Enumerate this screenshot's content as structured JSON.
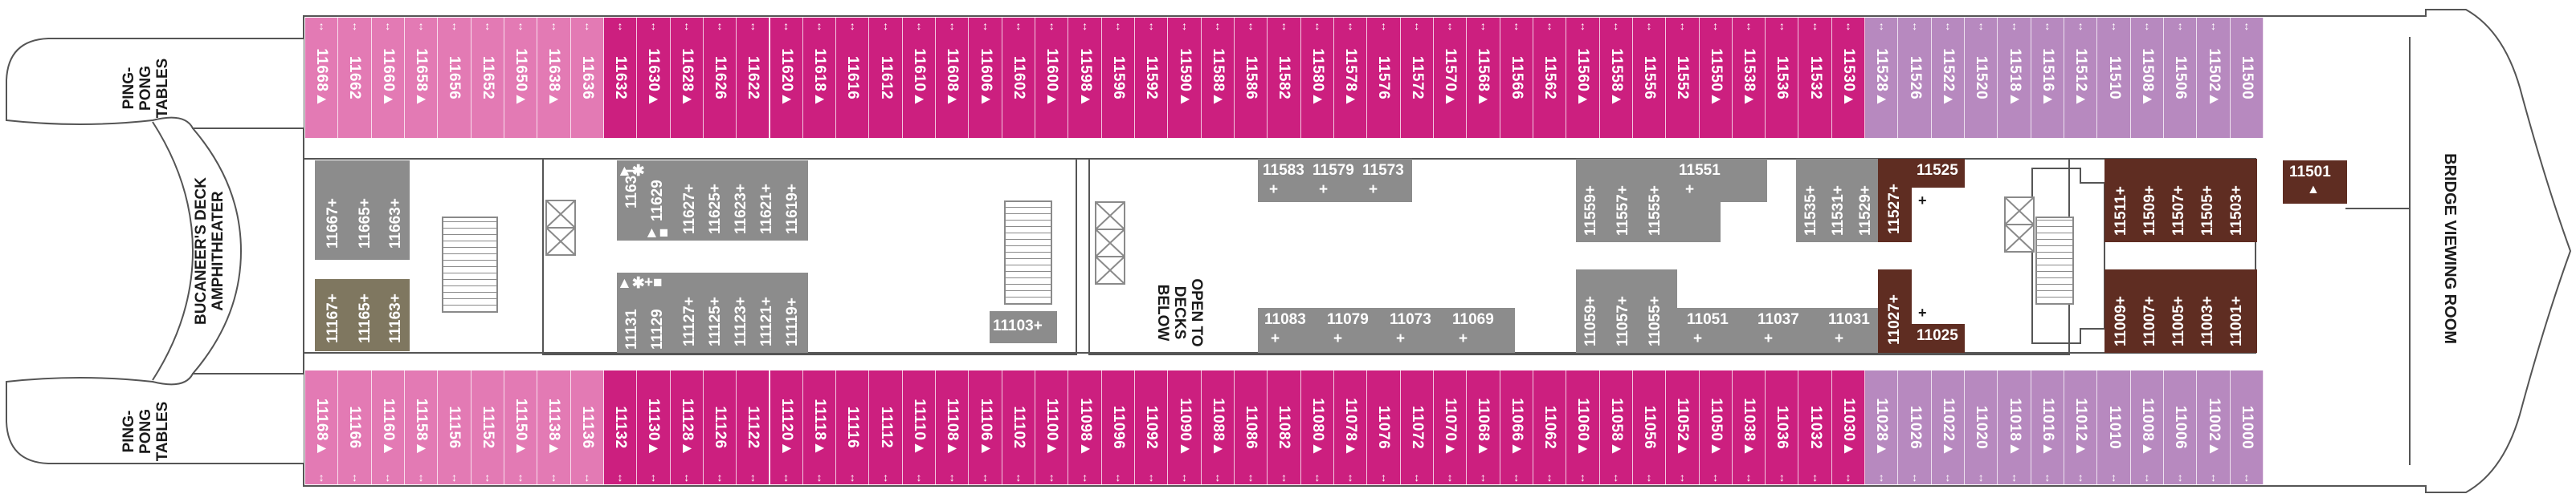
{
  "colors": {
    "pink_light": "#E37AB4",
    "magenta": "#CC1F7F",
    "lavender": "#B789BF",
    "gray": "#8C8C8C",
    "olive": "#7F7760",
    "brown": "#5F2D22",
    "outline": "#555555"
  },
  "areas": {
    "ping_pong_top": [
      "PING-",
      "PONG",
      "TABLES"
    ],
    "ping_pong_bottom": [
      "PING-",
      "PONG",
      "TABLES"
    ],
    "amphitheater": [
      "BUCANEER'S DECK",
      "AMPHITHEATER"
    ],
    "open_to_decks": [
      "OPEN TO",
      "DECKS",
      "BELOW"
    ],
    "bridge": "BRIDGE VIEWING ROOM"
  },
  "top_row": [
    {
      "n": "11668",
      "s": "▲",
      "c": "pink_light"
    },
    {
      "n": "11662",
      "s": "",
      "c": "pink_light"
    },
    {
      "n": "11660",
      "s": "▲",
      "c": "pink_light"
    },
    {
      "n": "11658",
      "s": "▲",
      "c": "pink_light"
    },
    {
      "n": "11656",
      "s": "",
      "c": "pink_light"
    },
    {
      "n": "11652",
      "s": "",
      "c": "pink_light"
    },
    {
      "n": "11650",
      "s": "▲",
      "c": "pink_light"
    },
    {
      "n": "11638",
      "s": "▲",
      "c": "pink_light"
    },
    {
      "n": "11636",
      "s": "",
      "c": "pink_light"
    },
    {
      "n": "11632",
      "s": "",
      "c": "magenta"
    },
    {
      "n": "11630",
      "s": "▲",
      "c": "magenta"
    },
    {
      "n": "11628",
      "s": "▲",
      "c": "magenta"
    },
    {
      "n": "11626",
      "s": "",
      "c": "magenta"
    },
    {
      "n": "11622",
      "s": "",
      "c": "magenta"
    },
    {
      "n": "11620",
      "s": "▲",
      "c": "magenta"
    },
    {
      "n": "11618",
      "s": "▲",
      "c": "magenta"
    },
    {
      "n": "11616",
      "s": "",
      "c": "magenta"
    },
    {
      "n": "11612",
      "s": "",
      "c": "magenta"
    },
    {
      "n": "11610",
      "s": "▲",
      "c": "magenta"
    },
    {
      "n": "11608",
      "s": "▲",
      "c": "magenta"
    },
    {
      "n": "11606",
      "s": "▲",
      "c": "magenta"
    },
    {
      "n": "11602",
      "s": "",
      "c": "magenta"
    },
    {
      "n": "11600",
      "s": "▲",
      "c": "magenta"
    },
    {
      "n": "11598",
      "s": "▲",
      "c": "magenta"
    },
    {
      "n": "11596",
      "s": "",
      "c": "magenta"
    },
    {
      "n": "11592",
      "s": "",
      "c": "magenta"
    },
    {
      "n": "11590",
      "s": "▲",
      "c": "magenta"
    },
    {
      "n": "11588",
      "s": "▲",
      "c": "magenta"
    },
    {
      "n": "11586",
      "s": "",
      "c": "magenta"
    },
    {
      "n": "11582",
      "s": "",
      "c": "magenta"
    },
    {
      "n": "11580",
      "s": "▲",
      "c": "magenta"
    },
    {
      "n": "11578",
      "s": "▲",
      "c": "magenta"
    },
    {
      "n": "11576",
      "s": "",
      "c": "magenta"
    },
    {
      "n": "11572",
      "s": "",
      "c": "magenta"
    },
    {
      "n": "11570",
      "s": "▲",
      "c": "magenta"
    },
    {
      "n": "11568",
      "s": "▲",
      "c": "magenta"
    },
    {
      "n": "11566",
      "s": "",
      "c": "magenta"
    },
    {
      "n": "11562",
      "s": "",
      "c": "magenta"
    },
    {
      "n": "11560",
      "s": "▲",
      "c": "magenta"
    },
    {
      "n": "11558",
      "s": "▲",
      "c": "magenta"
    },
    {
      "n": "11556",
      "s": "",
      "c": "magenta"
    },
    {
      "n": "11552",
      "s": "",
      "c": "magenta"
    },
    {
      "n": "11550",
      "s": "▲",
      "c": "magenta"
    },
    {
      "n": "11538",
      "s": "▲",
      "c": "magenta"
    },
    {
      "n": "11536",
      "s": "",
      "c": "magenta"
    },
    {
      "n": "11532",
      "s": "",
      "c": "magenta"
    },
    {
      "n": "11530",
      "s": "▲",
      "c": "magenta"
    },
    {
      "n": "11528",
      "s": "▲",
      "c": "lavender"
    },
    {
      "n": "11526",
      "s": "",
      "c": "lavender"
    },
    {
      "n": "11522",
      "s": "▲",
      "c": "lavender"
    },
    {
      "n": "11520",
      "s": "",
      "c": "lavender"
    },
    {
      "n": "11518",
      "s": "▲",
      "c": "lavender"
    },
    {
      "n": "11516",
      "s": "▲",
      "c": "lavender"
    },
    {
      "n": "11512",
      "s": "▲",
      "c": "lavender"
    },
    {
      "n": "11510",
      "s": "",
      "c": "lavender"
    },
    {
      "n": "11508",
      "s": "▲",
      "c": "lavender"
    },
    {
      "n": "11506",
      "s": "",
      "c": "lavender"
    },
    {
      "n": "11502",
      "s": "▲",
      "c": "lavender"
    },
    {
      "n": "11500",
      "s": "",
      "c": "lavender"
    }
  ],
  "bottom_row": [
    {
      "n": "11168",
      "s": "▲",
      "c": "pink_light"
    },
    {
      "n": "11166",
      "s": "",
      "c": "pink_light"
    },
    {
      "n": "11160",
      "s": "▲",
      "c": "pink_light"
    },
    {
      "n": "11158",
      "s": "▲",
      "c": "pink_light"
    },
    {
      "n": "11156",
      "s": "",
      "c": "pink_light"
    },
    {
      "n": "11152",
      "s": "",
      "c": "pink_light"
    },
    {
      "n": "11150",
      "s": "▲",
      "c": "pink_light"
    },
    {
      "n": "11138",
      "s": "▲",
      "c": "pink_light"
    },
    {
      "n": "11136",
      "s": "",
      "c": "pink_light"
    },
    {
      "n": "11132",
      "s": "",
      "c": "magenta"
    },
    {
      "n": "11130",
      "s": "▲",
      "c": "magenta"
    },
    {
      "n": "11128",
      "s": "▲",
      "c": "magenta"
    },
    {
      "n": "11126",
      "s": "",
      "c": "magenta"
    },
    {
      "n": "11122",
      "s": "",
      "c": "magenta"
    },
    {
      "n": "11120",
      "s": "▲",
      "c": "magenta"
    },
    {
      "n": "11118",
      "s": "▲",
      "c": "magenta"
    },
    {
      "n": "11116",
      "s": "",
      "c": "magenta"
    },
    {
      "n": "11112",
      "s": "",
      "c": "magenta"
    },
    {
      "n": "11110",
      "s": "▲",
      "c": "magenta"
    },
    {
      "n": "11108",
      "s": "▲",
      "c": "magenta"
    },
    {
      "n": "11106",
      "s": "▲",
      "c": "magenta"
    },
    {
      "n": "11102",
      "s": "",
      "c": "magenta"
    },
    {
      "n": "11100",
      "s": "▲",
      "c": "magenta"
    },
    {
      "n": "11098",
      "s": "▲",
      "c": "magenta"
    },
    {
      "n": "11096",
      "s": "",
      "c": "magenta"
    },
    {
      "n": "11092",
      "s": "",
      "c": "magenta"
    },
    {
      "n": "11090",
      "s": "▲",
      "c": "magenta"
    },
    {
      "n": "11088",
      "s": "▲",
      "c": "magenta"
    },
    {
      "n": "11086",
      "s": "",
      "c": "magenta"
    },
    {
      "n": "11082",
      "s": "",
      "c": "magenta"
    },
    {
      "n": "11080",
      "s": "▲",
      "c": "magenta"
    },
    {
      "n": "11078",
      "s": "▲",
      "c": "magenta"
    },
    {
      "n": "11076",
      "s": "",
      "c": "magenta"
    },
    {
      "n": "11072",
      "s": "",
      "c": "magenta"
    },
    {
      "n": "11070",
      "s": "▲",
      "c": "magenta"
    },
    {
      "n": "11068",
      "s": "▲",
      "c": "magenta"
    },
    {
      "n": "11066",
      "s": "▲",
      "c": "magenta"
    },
    {
      "n": "11062",
      "s": "",
      "c": "magenta"
    },
    {
      "n": "11060",
      "s": "▲",
      "c": "magenta"
    },
    {
      "n": "11058",
      "s": "▲",
      "c": "magenta"
    },
    {
      "n": "11056",
      "s": "",
      "c": "magenta"
    },
    {
      "n": "11052",
      "s": "▲",
      "c": "magenta"
    },
    {
      "n": "11050",
      "s": "▲",
      "c": "magenta"
    },
    {
      "n": "11038",
      "s": "▲",
      "c": "magenta"
    },
    {
      "n": "11036",
      "s": "",
      "c": "magenta"
    },
    {
      "n": "11032",
      "s": "",
      "c": "magenta"
    },
    {
      "n": "11030",
      "s": "▲",
      "c": "magenta"
    },
    {
      "n": "11028",
      "s": "▲",
      "c": "lavender"
    },
    {
      "n": "11026",
      "s": "",
      "c": "lavender"
    },
    {
      "n": "11022",
      "s": "▲",
      "c": "lavender"
    },
    {
      "n": "11020",
      "s": "",
      "c": "lavender"
    },
    {
      "n": "11018",
      "s": "▲",
      "c": "lavender"
    },
    {
      "n": "11016",
      "s": "▲",
      "c": "lavender"
    },
    {
      "n": "11012",
      "s": "▲",
      "c": "lavender"
    },
    {
      "n": "11010",
      "s": "",
      "c": "lavender"
    },
    {
      "n": "11008",
      "s": "▲",
      "c": "lavender"
    },
    {
      "n": "11006",
      "s": "",
      "c": "lavender"
    },
    {
      "n": "11002",
      "s": "▲",
      "c": "lavender"
    },
    {
      "n": "11000",
      "s": "",
      "c": "lavender"
    }
  ],
  "aft_block": {
    "top_left": [
      "11667+"
    ],
    "top_right": [
      "11665+",
      "11663+"
    ],
    "bottom_left": [
      "11167+"
    ],
    "bottom_right": [
      "11165+",
      "11163+"
    ]
  },
  "block_a": {
    "top_special": [
      "11631",
      "▲✱"
    ],
    "top_special2": [
      "11629",
      "▲■"
    ],
    "top": [
      "11627+",
      "11625+",
      "11623+",
      "11621+",
      "11619+"
    ],
    "bottom_special": [
      "11131",
      "▲✱"
    ],
    "bottom_special2": [
      "11129",
      "+■"
    ],
    "bottom": [
      "11127+",
      "11125+",
      "11123+",
      "11121+",
      "11119+"
    ],
    "single": "11103+"
  },
  "block_b": {
    "top": [
      {
        "n": "11583",
        "p": "+"
      },
      {
        "n": "11579",
        "p": "+"
      },
      {
        "n": "11573",
        "p": "+"
      }
    ],
    "bottom": [
      {
        "n": "11083",
        "p": "+"
      },
      {
        "n": "11079",
        "p": "+"
      },
      {
        "n": "11073",
        "p": "+"
      },
      {
        "n": "11069",
        "p": "+"
      }
    ]
  },
  "block_c": {
    "top_vertical": [
      "11559+",
      "11557+",
      "11555+"
    ],
    "top_horizontal": [
      {
        "n": "11551",
        "p": "+"
      }
    ],
    "top_right_vertical": [
      "11535+",
      "11531+",
      "11529+"
    ],
    "bottom_vertical": [
      "11059+",
      "11057+",
      "11055+"
    ],
    "bottom_horizontal": [
      {
        "n": "11051",
        "p": "+"
      },
      {
        "n": "11037",
        "p": "+"
      },
      {
        "n": "11031",
        "p": "+"
      }
    ]
  },
  "brown_cabins": {
    "top_v": "11527+",
    "top_h": "11525",
    "top_h_plus": "+",
    "bottom_v": "11027+",
    "bottom_h": "11025",
    "bottom_h_plus": "+",
    "fwd_top": [
      "11511+",
      "11509+",
      "11507+",
      "11505+",
      "11503+"
    ],
    "fwd_bottom": [
      "11009+",
      "11007+",
      "11005+",
      "11003+",
      "11001+"
    ],
    "suite": "11501",
    "suite_mark": "▲"
  },
  "legend_arrows": "↕"
}
